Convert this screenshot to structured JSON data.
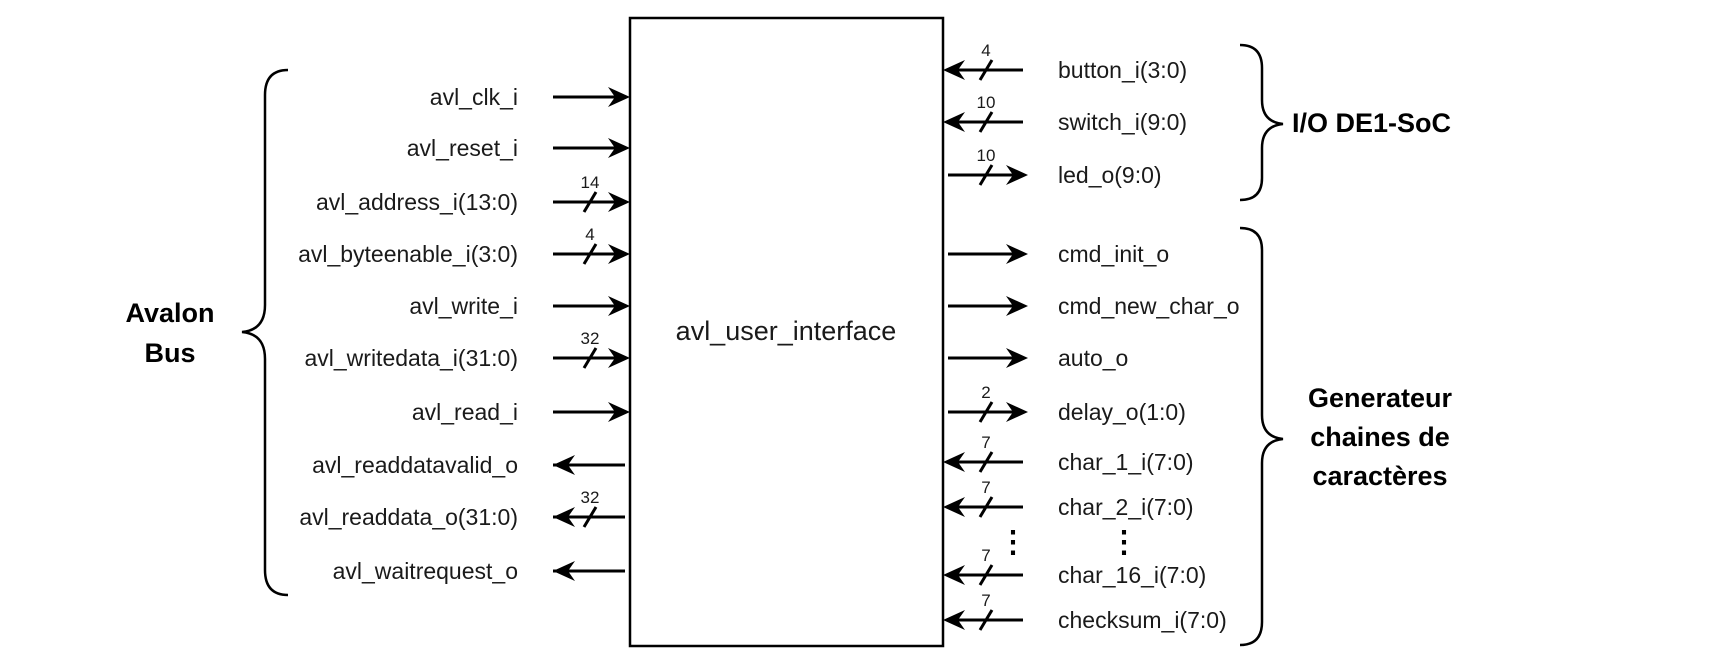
{
  "block": {
    "name": "avl_user_interface"
  },
  "left_group": {
    "label_line1": "Avalon",
    "label_line2": "Bus"
  },
  "right_top_group": {
    "label": "I/O DE1-SoC"
  },
  "right_bottom_group": {
    "label_line1": "Generateur",
    "label_line2": "chaines de",
    "label_line3": "caractères"
  },
  "left_signals": [
    {
      "name": "avl_clk_i",
      "direction": "in",
      "width": ""
    },
    {
      "name": "avl_reset_i",
      "direction": "in",
      "width": ""
    },
    {
      "name": "avl_address_i(13:0)",
      "direction": "in",
      "width": "14"
    },
    {
      "name": "avl_byteenable_i(3:0)",
      "direction": "in",
      "width": "4"
    },
    {
      "name": "avl_write_i",
      "direction": "in",
      "width": ""
    },
    {
      "name": "avl_writedata_i(31:0)",
      "direction": "in",
      "width": "32"
    },
    {
      "name": "avl_read_i",
      "direction": "in",
      "width": ""
    },
    {
      "name": "avl_readdatavalid_o",
      "direction": "out",
      "width": ""
    },
    {
      "name": "avl_readdata_o(31:0)",
      "direction": "out",
      "width": "32"
    },
    {
      "name": "avl_waitrequest_o",
      "direction": "out",
      "width": ""
    }
  ],
  "right_signals": [
    {
      "name": "button_i(3:0)",
      "direction": "in",
      "width": "4"
    },
    {
      "name": "switch_i(9:0)",
      "direction": "in",
      "width": "10"
    },
    {
      "name": "led_o(9:0)",
      "direction": "out",
      "width": "10"
    },
    {
      "name": "cmd_init_o",
      "direction": "out",
      "width": ""
    },
    {
      "name": "cmd_new_char_o",
      "direction": "out",
      "width": ""
    },
    {
      "name": "auto_o",
      "direction": "out",
      "width": ""
    },
    {
      "name": "delay_o(1:0)",
      "direction": "out",
      "width": "2"
    },
    {
      "name": "char_1_i(7:0)",
      "direction": "in",
      "width": "7"
    },
    {
      "name": "char_2_i(7:0)",
      "direction": "in",
      "width": "7"
    },
    {
      "name": "char_16_i(7:0)",
      "direction": "in",
      "width": "7"
    },
    {
      "name": "checksum_i(7:0)",
      "direction": "in",
      "width": "7"
    }
  ],
  "ellipsis": "⋮"
}
